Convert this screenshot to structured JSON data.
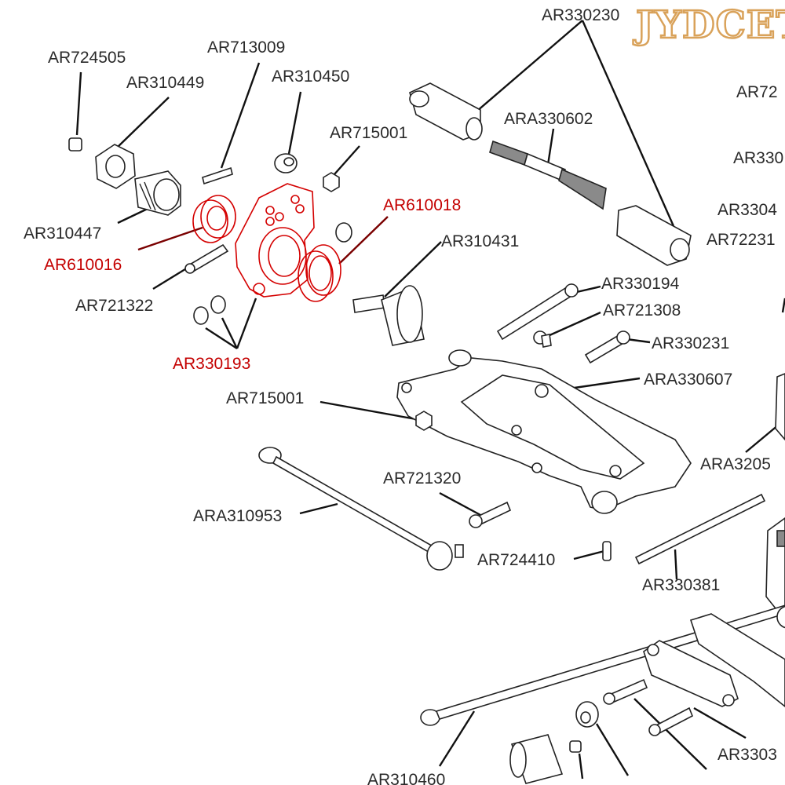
{
  "watermark": {
    "text": "JYDCET",
    "mark": "®"
  },
  "colors": {
    "highlight": "#c40000",
    "text": "#2a2a2a",
    "line": "#111111"
  },
  "labels": {
    "ar724505": "AR724505",
    "ar310449": "AR310449",
    "ar713009": "AR713009",
    "ar310450": "AR310450",
    "ar715001_top": "AR715001",
    "ar610018": "AR610018",
    "ar310447": "AR310447",
    "ar610016": "AR610016",
    "ar721322": "AR721322",
    "ar330193": "AR330193",
    "ar310431": "AR310431",
    "ar330230": "AR330230",
    "ara330602": "ARA330602",
    "ar72_cut": "AR72",
    "ar330_cut": "AR330",
    "ar3304_cut": "AR3304",
    "ar72231_cut": "AR72231",
    "ar330194": "AR330194",
    "ar721308": "AR721308",
    "ar330231": "AR330231",
    "ara330607": "ARA330607",
    "ara32056_cut": "ARA3205",
    "ar715001_mid": "AR715001",
    "ar721320": "AR721320",
    "ara310953": "ARA310953",
    "ar724410": "AR724410",
    "ar330381": "AR330381",
    "ar3303_cut": "AR3303",
    "ar310460": "AR310460"
  }
}
